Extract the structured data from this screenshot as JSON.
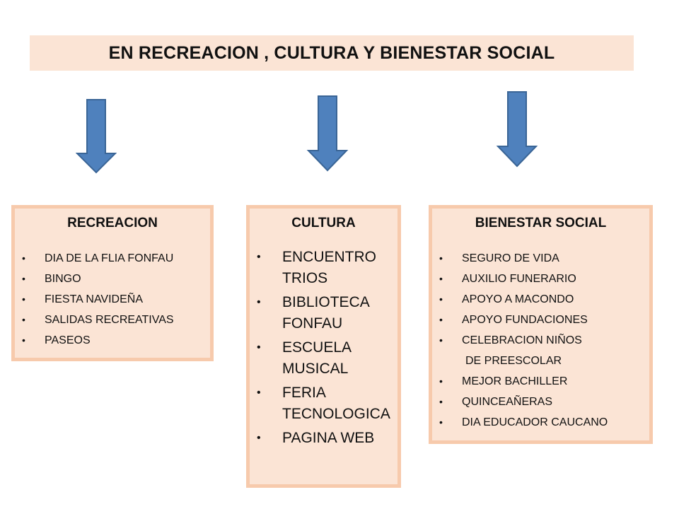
{
  "title": "EN RECREACION , CULTURA Y BIENESTAR SOCIAL",
  "colors": {
    "box_fill": "#fbe4d5",
    "box_border": "#f7caac",
    "arrow_fill": "#4f81bd",
    "arrow_stroke": "#3a6596"
  },
  "bullet_glyph": "•",
  "arrow_icon": "arrow-down-icon",
  "sections": [
    {
      "heading": "RECREACION",
      "items": [
        "DIA DE LA FLIA FONFAU",
        "BINGO",
        "FIESTA NAVIDEÑA",
        "SALIDAS RECREATIVAS",
        "PASEOS"
      ]
    },
    {
      "heading": "CULTURA",
      "items": [
        "ENCUENTRO TRIOS",
        "BIBLIOTECA FONFAU",
        "ESCUELA MUSICAL",
        "FERIA TECNOLOGICA",
        "PAGINA WEB"
      ]
    },
    {
      "heading": "BIENESTAR SOCIAL",
      "items": [
        "SEGURO DE VIDA",
        "AUXILIO FUNERARIO",
        "APOYO A MACONDO",
        "APOYO FUNDACIONES",
        "CELEBRACION NIÑOS",
        "DE PREESCOLAR",
        "MEJOR BACHILLER",
        "QUINCEAÑERAS",
        "DIA EDUCADOR CAUCANO"
      ]
    }
  ]
}
